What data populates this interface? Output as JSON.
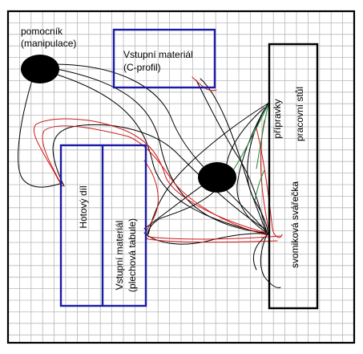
{
  "labels": {
    "helper": [
      "pomocník",
      "(manipulace)"
    ],
    "input_c_profile": [
      "Vstupní materiál",
      "(C-profil)"
    ],
    "finished_part": "Hotový díl",
    "input_sheet": [
      "Vstupní materiál",
      "(plechová tabule)"
    ],
    "fixtures": "přípravky",
    "workbench": "pracovní stůl",
    "spot_welder": "svomiková svářečka"
  },
  "colors": {
    "grid": "#b8b8b8",
    "border": "#000000",
    "blue_box": "#1a1aa8",
    "path_black": "#000000",
    "path_red": "#d01818",
    "path_green": "#1a8a3a",
    "worker": "#000000"
  }
}
